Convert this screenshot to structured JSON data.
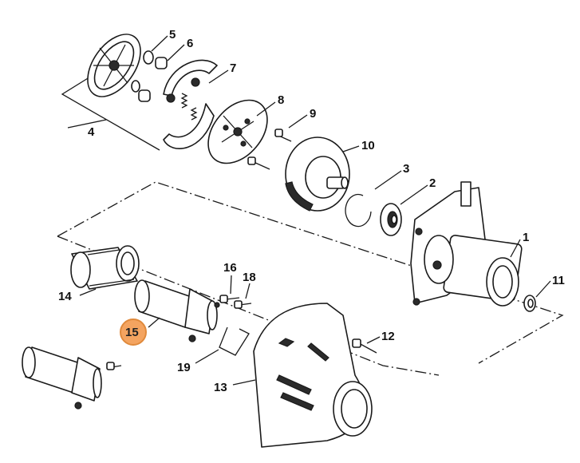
{
  "diagram": {
    "highlight_color": "#f4a460",
    "highlight_stroke": "#e08a3c",
    "highlighted_label": "15",
    "labels": {
      "l1": "1",
      "l2": "2",
      "l3": "3",
      "l4": "4",
      "l5": "5",
      "l6": "6",
      "l7": "7",
      "l8": "8",
      "l9": "9",
      "l10": "10",
      "l11": "11",
      "l12": "12",
      "l13": "13",
      "l14": "14",
      "l15": "15",
      "l16": "16",
      "l18": "18",
      "l19": "19"
    }
  }
}
